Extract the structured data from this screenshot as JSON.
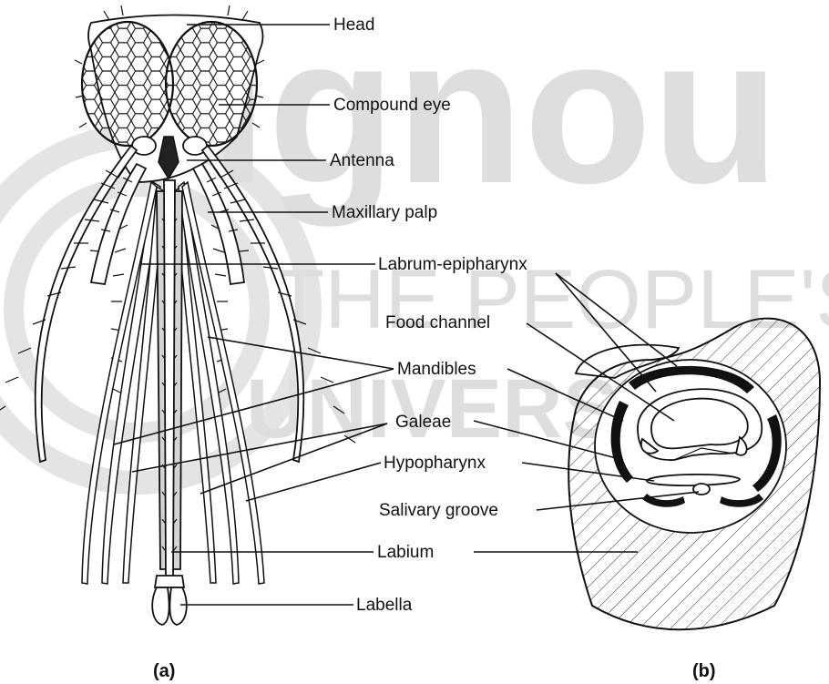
{
  "watermark": {
    "line1": "ignou",
    "line2": "THE PEOPLE'S",
    "line3": "UNIVERSITY"
  },
  "labels": {
    "head": "Head",
    "compound_eye": "Compound eye",
    "antenna": "Antenna",
    "maxillary_palp": "Maxillary palp",
    "labrum_epipharynx": "Labrum-epipharynx",
    "food_channel": "Food channel",
    "mandibles": "Mandibles",
    "galeae": "Galeae",
    "hypopharynx": "Hypopharynx",
    "salivary_groove": "Salivary groove",
    "labium": "Labium",
    "labella": "Labella"
  },
  "captions": {
    "a": "(a)",
    "b": "(b)"
  },
  "colors": {
    "ink": "#111111",
    "watermark": "#dedede",
    "labium_fill": "#d4d4d4"
  }
}
